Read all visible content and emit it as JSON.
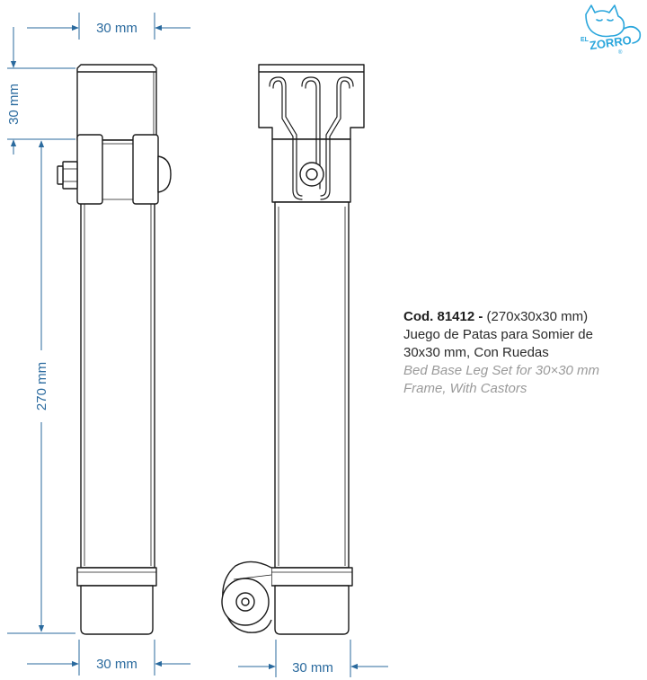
{
  "dimensions": {
    "top_left_width": "30 mm",
    "left_height_top": "30 mm",
    "left_height_main": "270 mm",
    "bottom_left_width": "30 mm",
    "bottom_right_width": "30 mm"
  },
  "product": {
    "code": "Cod. 81412 -",
    "size": "(270x30x30 mm)",
    "name_es_line1": "Juego de Patas para Somier de",
    "name_es_line2": "30x30 mm, Con Ruedas",
    "name_en_line1": "Bed Base Leg Set for 30×30 mm",
    "name_en_line2": "Frame, With Castors"
  },
  "brand": {
    "top": "EL",
    "name": "ZORRO",
    "mark": "®"
  },
  "colors": {
    "dimension": "#2a6a9e",
    "line": "#1a1a1a",
    "logo": "#2aa6dc"
  }
}
